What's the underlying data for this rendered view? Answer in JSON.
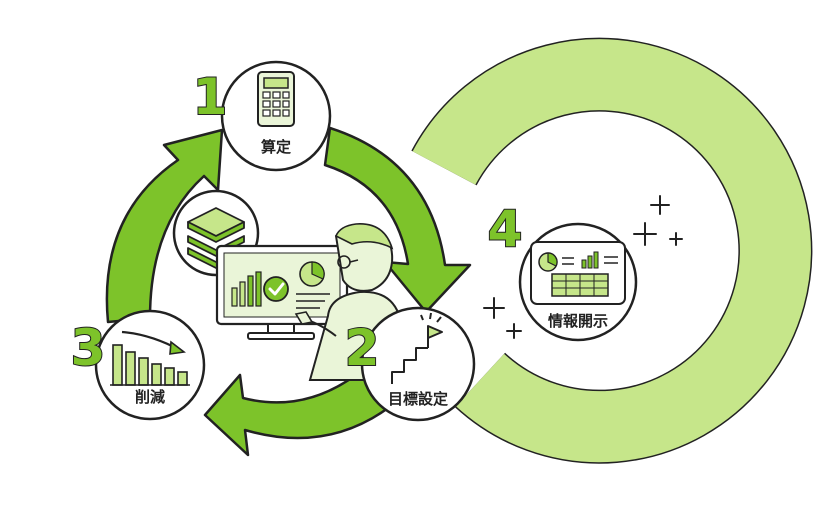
{
  "colors": {
    "accent": "#7DC32A",
    "accent_light": "#C6E68A",
    "outline": "#222222",
    "fill_pale": "#EAF5D8"
  },
  "steps": [
    {
      "number": "1",
      "label": "算定",
      "icon": "calculator-icon"
    },
    {
      "number": "2",
      "label": "目標設定",
      "icon": "stairs-flag-icon"
    },
    {
      "number": "3",
      "label": "削減",
      "icon": "declining-bar-chart-icon"
    },
    {
      "number": "4",
      "label": "情報開示",
      "icon": "report-dashboard-icon"
    }
  ],
  "center": {
    "icons": [
      "layers-icon",
      "monitor-dashboard-icon",
      "person-illustration"
    ]
  }
}
